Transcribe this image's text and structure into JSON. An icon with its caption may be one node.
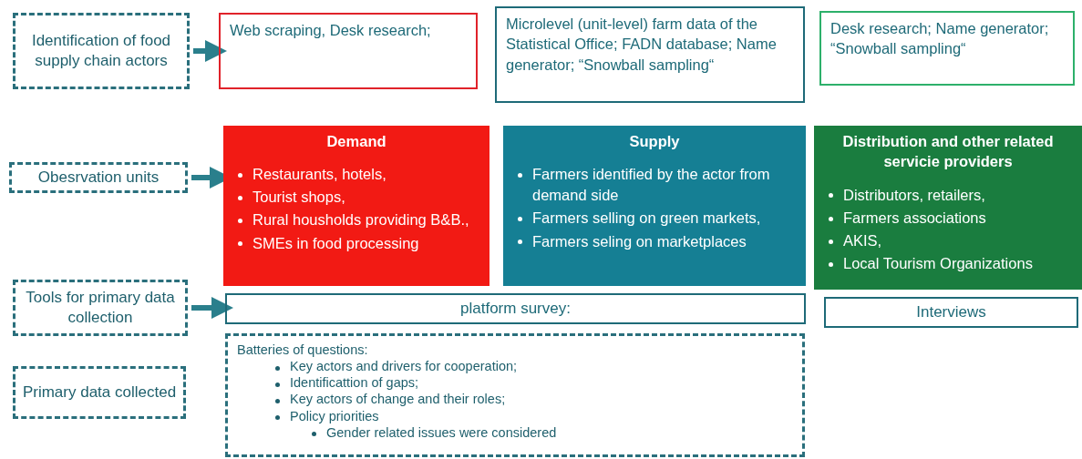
{
  "diagram": {
    "nodes": [
      {
        "text": [
          "Identification of food supply chain actors"
        ]
      },
      {
        "text": [
          "Web scraping, Desk research;"
        ]
      },
      {
        "text": [
          "Microlevel (unit-level) farm data of the Statistical Office; FADN database; Name generator; “Snowball sampling“"
        ]
      },
      {
        "text": [
          "Desk research; Name generator; “Snowball sampling“"
        ]
      },
      {
        "text": [
          "Obesrvation units"
        ]
      },
      {
        "text": [
          "Demand",
          "Restaurants,  hotels,",
          "Tourist shops,",
          "Rural housholds providing B&B.,",
          "SMEs in food processing"
        ]
      },
      {
        "text": [
          "Supply",
          "Farmers identified by the actor from demand side",
          "Farmers selling on green markets,",
          "Farmers seling on marketplaces"
        ]
      },
      {
        "text": [
          "Distribution and other related servicie providers",
          "Distributors, retailers,",
          "Farmers associations",
          "AKIS,",
          "Local Tourism Organizations"
        ]
      },
      {
        "text": [
          "Tools for primary data collection"
        ]
      },
      {
        "text": [
          "platform survey:"
        ]
      },
      {
        "text": [
          "Interviews"
        ]
      },
      {
        "text": [
          "Primary data collected"
        ]
      },
      {
        "text": [
          "Batteries of questions:",
          "Key actors and drivers for cooperation;",
          "Identificattion of gaps;",
          "Key actors of change and their roles;",
          "Policy priorities",
          "Gender related issues were considered"
        ]
      }
    ],
    "edges": [
      {
        "from": 0,
        "to": 1,
        "arrow": "to"
      },
      {
        "from": 4,
        "to": 5,
        "arrow": "to"
      },
      {
        "from": 8,
        "to": 9,
        "arrow": "to"
      }
    ]
  }
}
